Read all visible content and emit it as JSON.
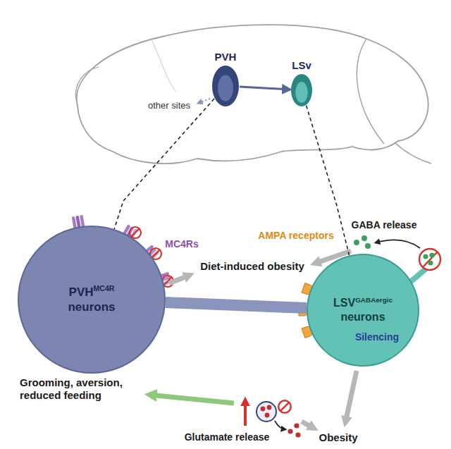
{
  "diagram": {
    "nodes": [
      {
        "text": [
          "PVH"
        ]
      },
      {
        "text": [
          "LSv"
        ]
      },
      {
        "text": [
          "PVH",
          "MC4R",
          "neurons"
        ]
      },
      {
        "text": [
          "LSV",
          "GABAergic",
          "neurons"
        ]
      }
    ],
    "edges": [
      {
        "from": 0,
        "to": 1,
        "arrow": "to"
      },
      {
        "from": 0,
        "to": 2,
        "arrow": "none"
      },
      {
        "from": 1,
        "to": 3,
        "arrow": "none"
      },
      {
        "from": 2,
        "to": 3,
        "arrow": "none"
      }
    ],
    "labels": [
      "other sites",
      "Diet-induced obesity",
      "MC4Rs",
      "AMPA receptors",
      "GABA release",
      "Silencing",
      "Grooming, aversion, reduced feeding",
      "Glutamate release",
      "Obesity"
    ]
  }
}
